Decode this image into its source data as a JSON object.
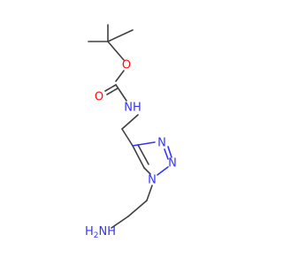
{
  "molecule": {
    "atoms": {
      "o_carbonyl": {
        "symbol": "O",
        "color": "#ff0d0d"
      },
      "o_ester": {
        "symbol": "O",
        "color": "#ff0d0d"
      },
      "nh_carbamate": {
        "symbol": "NH",
        "color": "#3333ff"
      },
      "n2": {
        "symbol": "N",
        "color": "#3333ff"
      },
      "n3": {
        "symbol": "N",
        "color": "#3333ff"
      },
      "n1": {
        "symbol": "N",
        "color": "#3333ff"
      },
      "amine": {
        "symbol": "NH",
        "subscript": "2",
        "prefix": "H",
        "color": "#3333ff"
      }
    },
    "bond_color": "#404040"
  }
}
